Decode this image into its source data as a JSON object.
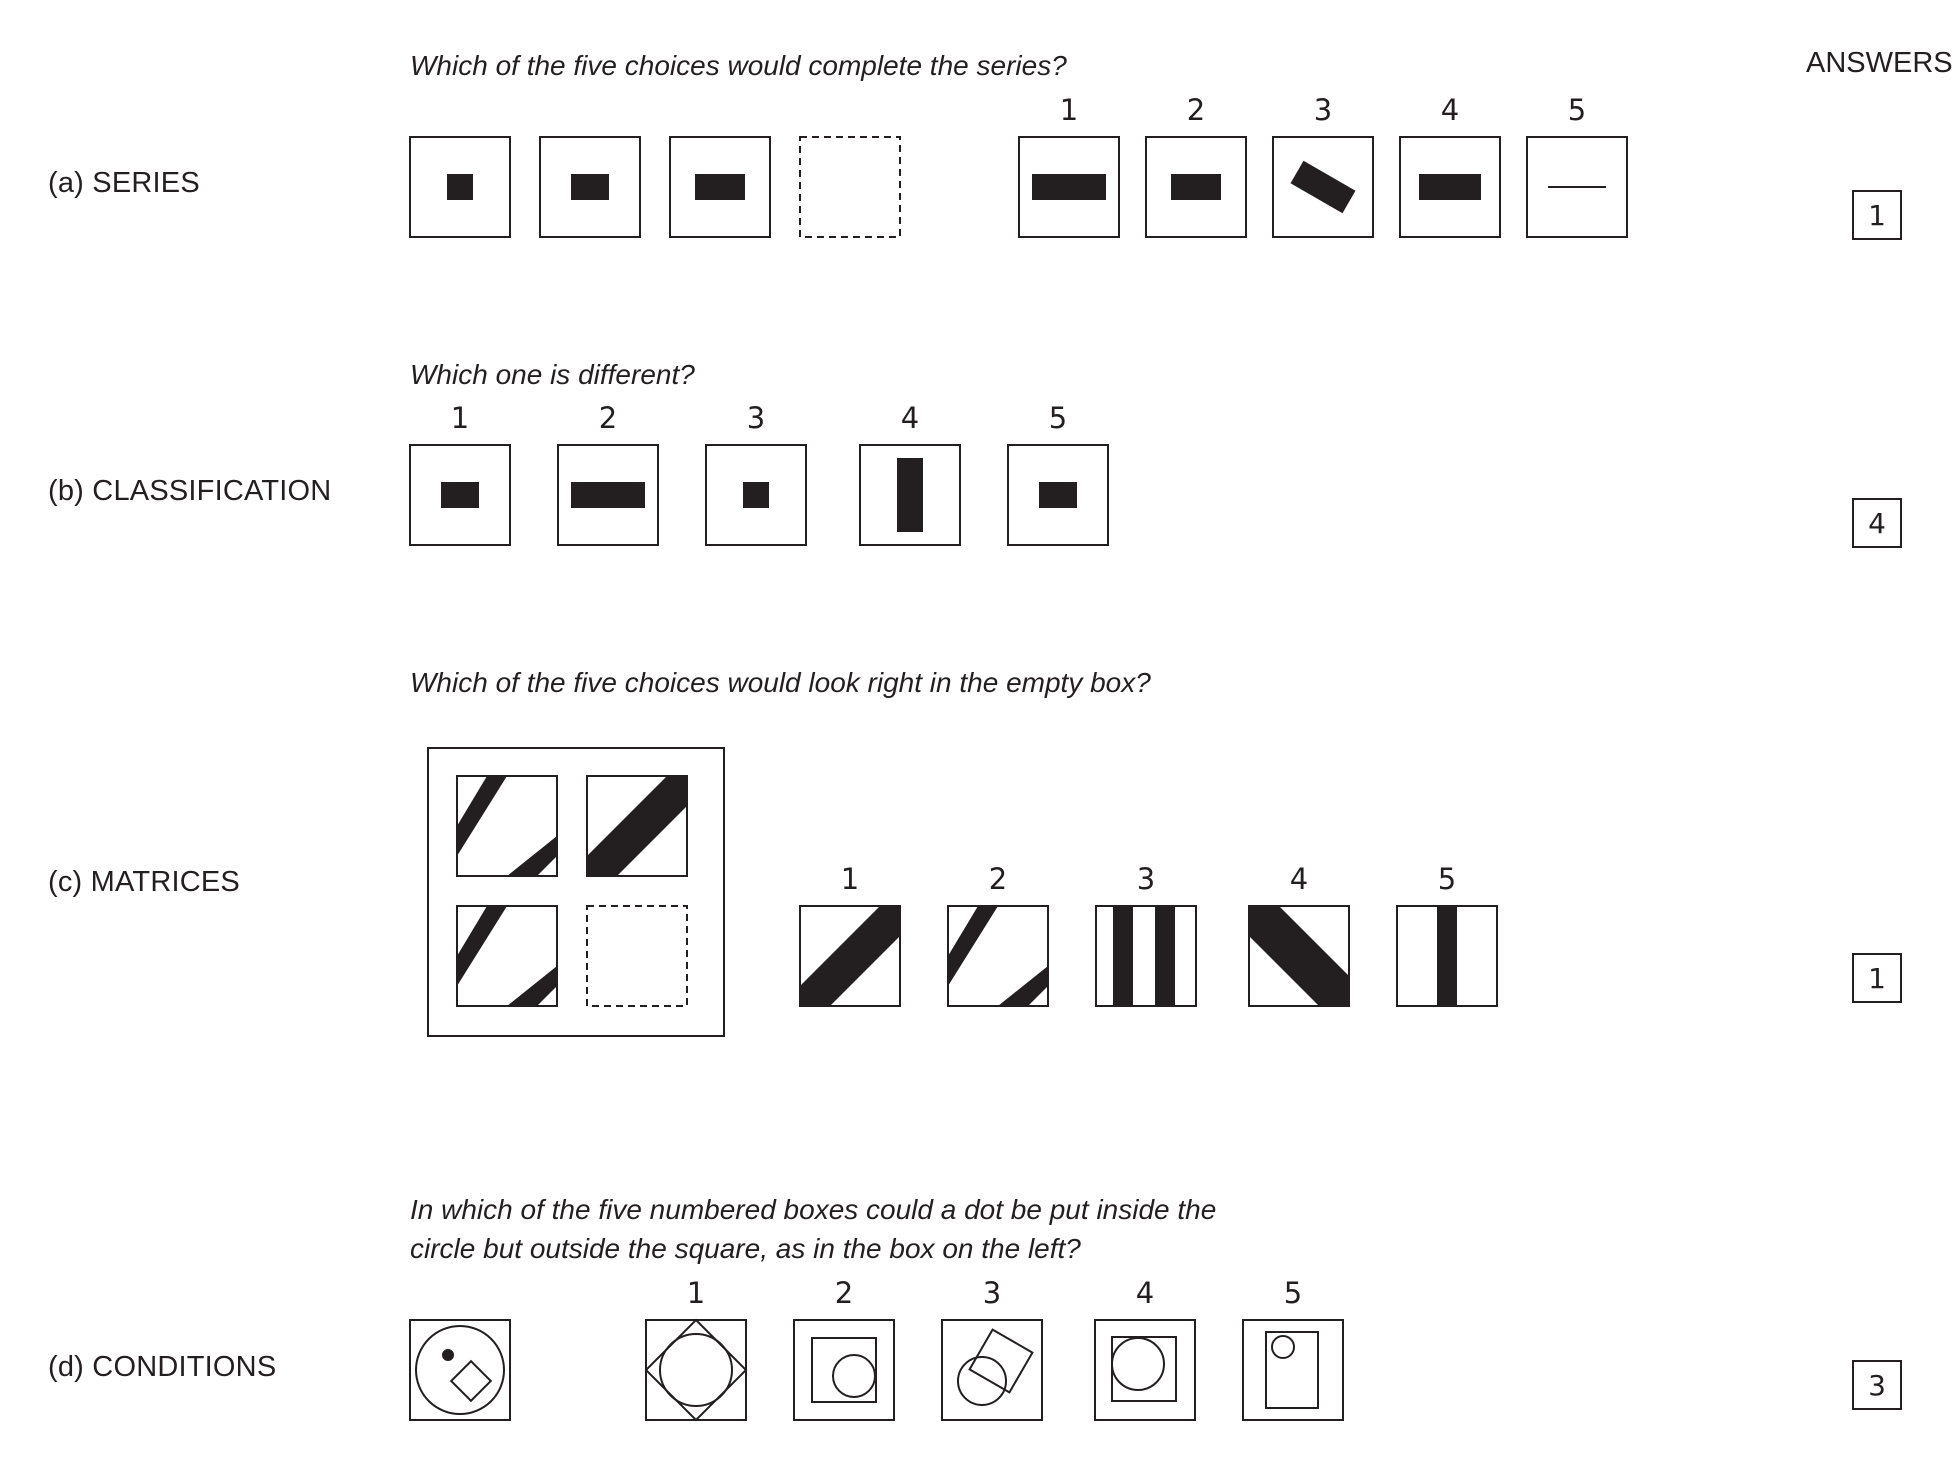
{
  "answers_header": "ANSWERS",
  "sections": {
    "a": {
      "label": "(a) SERIES",
      "question": "Which of the five choices would complete the series?",
      "answer": "1"
    },
    "b": {
      "label": "(b) CLASSIFICATION",
      "question": "Which one is different?",
      "answer": "4"
    },
    "c": {
      "label": "(c) MATRICES",
      "question": "Which of the five choices would look right in the empty box?",
      "answer": "1"
    },
    "d": {
      "label": "(d) CONDITIONS",
      "question_line1": "In which of the five numbered boxes could a dot be put inside the",
      "question_line2": "circle but outside the square, as in the box on the left?",
      "answer": "3"
    }
  },
  "choice_numbers": [
    "1",
    "2",
    "3",
    "4",
    "5"
  ],
  "colors": {
    "ink": "#231f20",
    "paper": "#ffffff"
  }
}
